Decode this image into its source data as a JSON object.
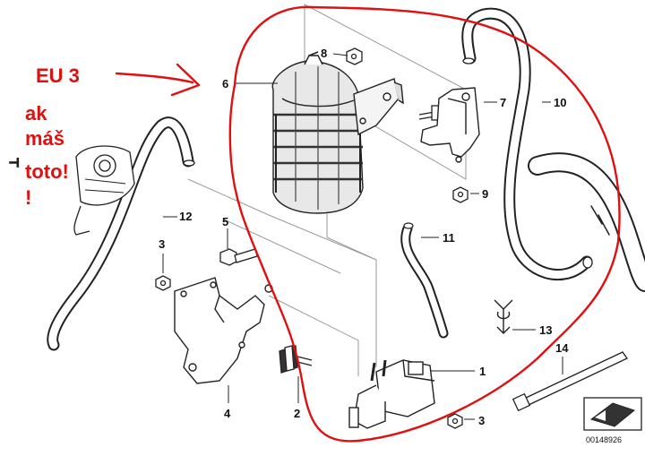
{
  "annotation": {
    "label_eu": "EU 3",
    "line_1": "ak",
    "line_2": "máš",
    "line_3": "toto!",
    "line_4": "!"
  },
  "callouts": {
    "c1": "1",
    "c2": "2",
    "c3a": "3",
    "c3b": "3",
    "c4": "4",
    "c5": "5",
    "c6": "6",
    "c7": "7",
    "c8": "8",
    "c9": "9",
    "c10": "10",
    "c11": "11",
    "c12": "12",
    "c13": "13",
    "c14": "14"
  },
  "catalog_number": "00148926",
  "colors": {
    "annotation": "#e01010",
    "line_art": "#222222",
    "shadow": "#555555"
  }
}
